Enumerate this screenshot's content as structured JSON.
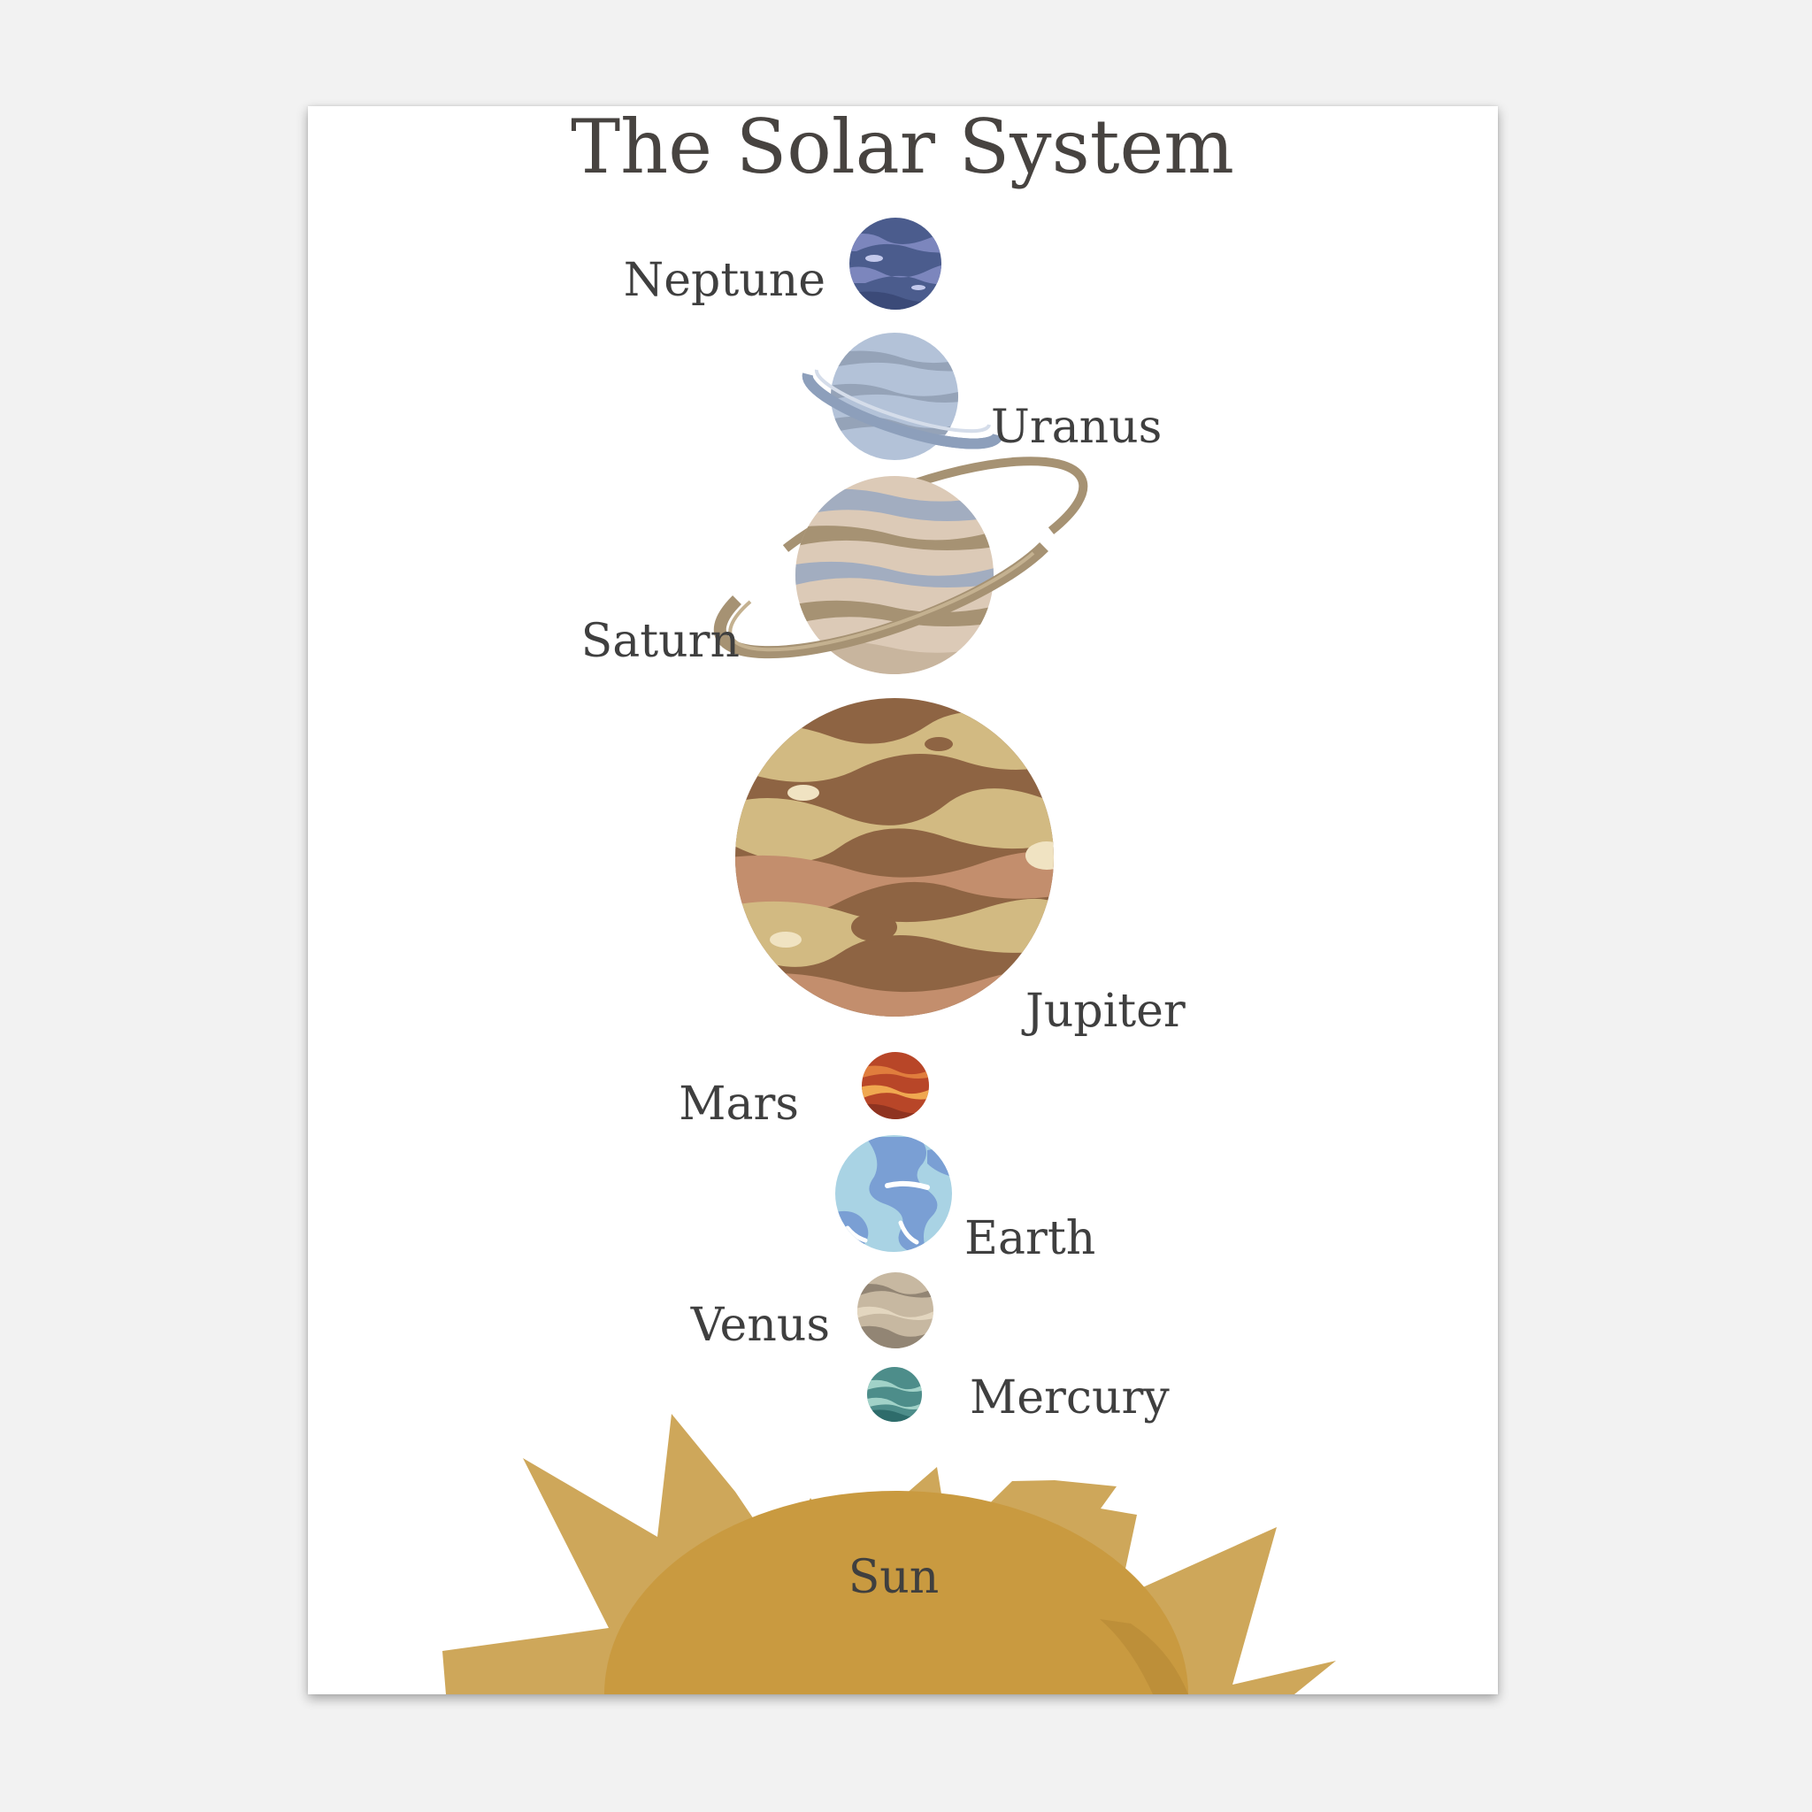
{
  "poster": {
    "title": "The Solar System",
    "colors": {
      "background": "#f2f2f2",
      "paper": "#ffffff",
      "text": "#3f3f3f",
      "sun_rays": "#cea75a",
      "sun_core": "#c99a40"
    }
  },
  "bodies": [
    {
      "name": "Neptune",
      "icon": "neptune-icon",
      "colors": [
        "#4b5c8d",
        "#7c86bd",
        "#3b4a78"
      ]
    },
    {
      "name": "Uranus",
      "icon": "uranus-icon",
      "colors": [
        "#b3c2d8",
        "#8d9fbb",
        "#95a3b8"
      ]
    },
    {
      "name": "Saturn",
      "icon": "saturn-icon",
      "colors": [
        "#dccab7",
        "#a69273",
        "#a2adc0"
      ]
    },
    {
      "name": "Jupiter",
      "icon": "jupiter-icon",
      "colors": [
        "#8e6443",
        "#d2ba82",
        "#c38e6d"
      ]
    },
    {
      "name": "Mars",
      "icon": "mars-icon",
      "colors": [
        "#b84628",
        "#e07d3d",
        "#f0a850"
      ]
    },
    {
      "name": "Earth",
      "icon": "earth-icon",
      "colors": [
        "#a9d3e4",
        "#7a9fd4",
        "#ffffff"
      ]
    },
    {
      "name": "Venus",
      "icon": "venus-icon",
      "colors": [
        "#c7b8a1",
        "#928574",
        "#e3d6bf"
      ]
    },
    {
      "name": "Mercury",
      "icon": "mercury-icon",
      "colors": [
        "#4d8d8a",
        "#a1d2c8",
        "#2e6c6b"
      ]
    },
    {
      "name": "Sun",
      "icon": "sun-icon",
      "colors": [
        "#cea75a",
        "#c99a40"
      ]
    }
  ]
}
